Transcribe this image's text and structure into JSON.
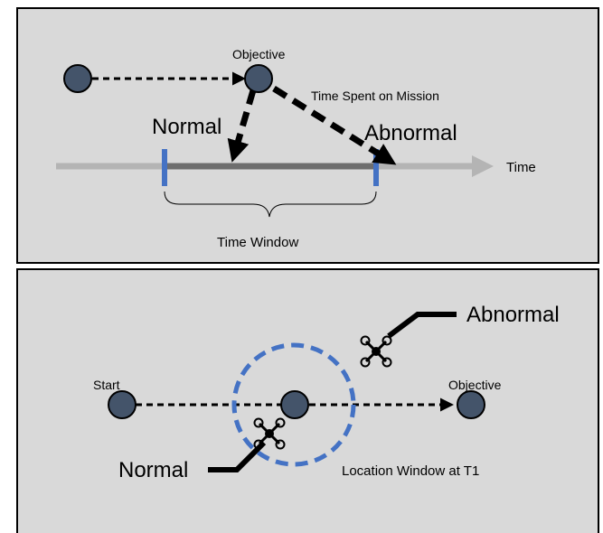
{
  "top_panel": {
    "objective_label": "Objective",
    "time_spent_label": "Time Spent on Mission",
    "normal_label": "Normal",
    "abnormal_label": "Abnormal",
    "time_axis_label": "Time",
    "time_window_label": "Time Window"
  },
  "bottom_panel": {
    "start_label": "Start",
    "objective_label": "Objective",
    "abnormal_label": "Abnormal",
    "normal_label": "Normal",
    "location_window_label": "Location Window at T1"
  },
  "colors": {
    "panel_background": "#d9d9d9",
    "node_fill": "#44546a",
    "window_marker": "#4472c4",
    "timeline_light": "#b4b4b4",
    "timeline_dark": "#6e6e6e"
  }
}
